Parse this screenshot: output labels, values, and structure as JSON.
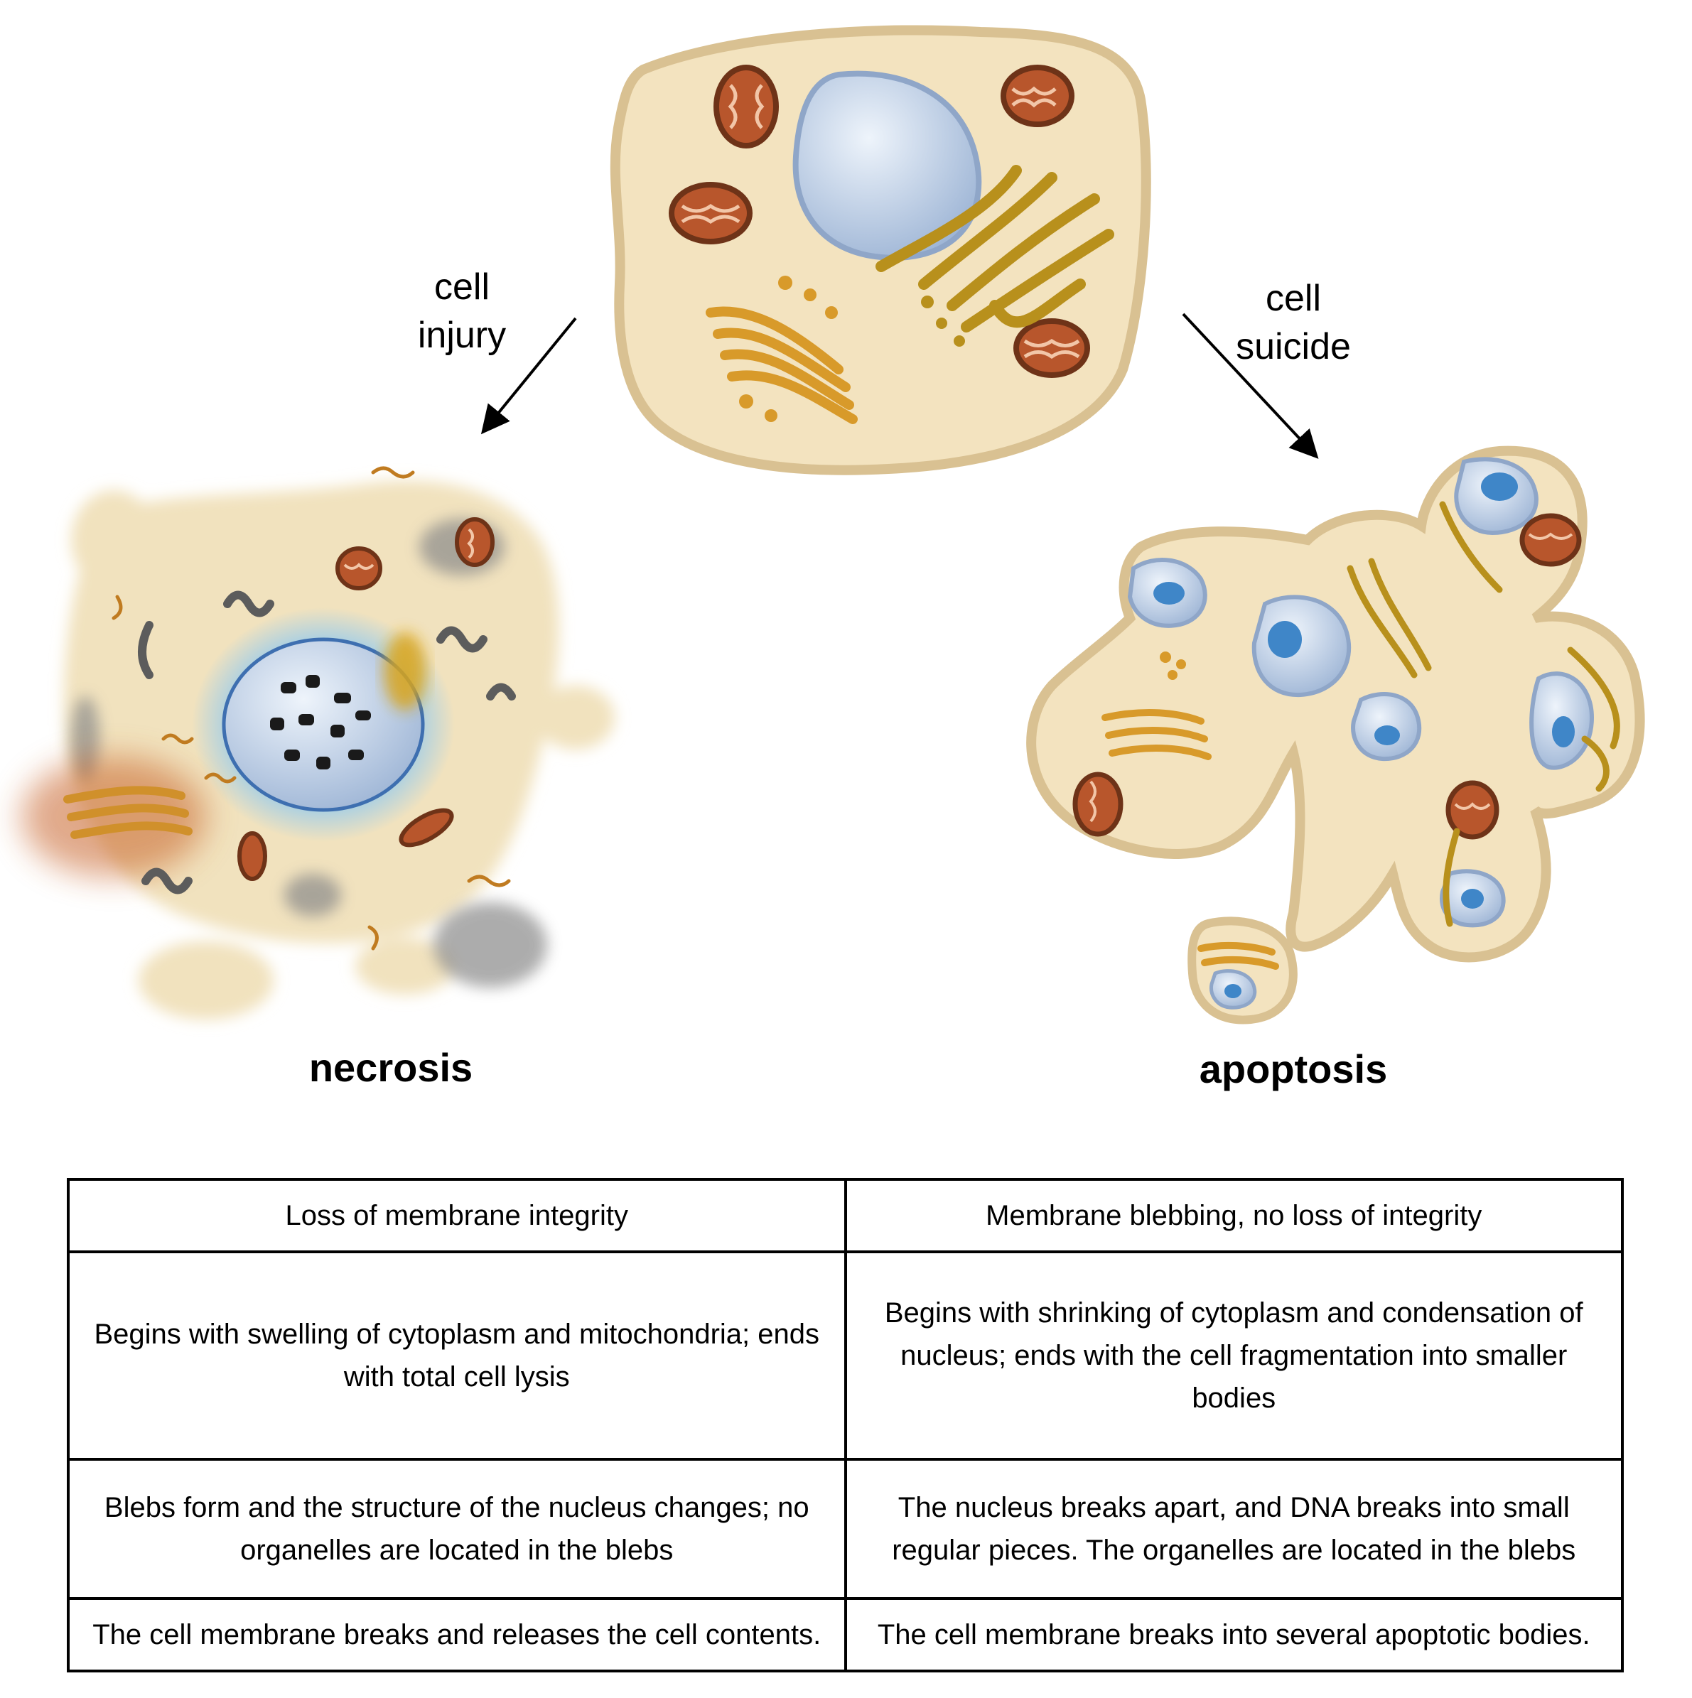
{
  "arrows": {
    "left_label": "cell\ninjury",
    "right_label": "cell\nsuicide"
  },
  "captions": {
    "left": "necrosis",
    "right": "apoptosis"
  },
  "colors": {
    "cytoplasm": "#f3e3bf",
    "membrane": "#d9c192",
    "nucleus": "#c9d8ee",
    "nucleus_core": "#3f86c8",
    "mitochondria": "#b8562c",
    "golgi": "#d89a2a",
    "er": "#b8901c",
    "necrotic_blur": "#8a8a8a"
  },
  "table": {
    "rows": [
      [
        "Loss of membrane integrity",
        "Membrane blebbing, no loss of integrity"
      ],
      [
        "Begins with swelling of cytoplasm and mitochondria; ends with total cell lysis",
        "Begins with shrinking of cytoplasm and condensation of nucleus; ends with the cell fragmentation into smaller bodies"
      ],
      [
        "Blebs form and the structure of the nucleus changes; no organelles are located in the blebs",
        "The nucleus breaks apart, and DNA breaks into small regular pieces. The organelles are located in the blebs"
      ],
      [
        "The cell membrane breaks and releases the cell contents.",
        "The cell membrane breaks into several apoptotic bodies."
      ]
    ]
  }
}
